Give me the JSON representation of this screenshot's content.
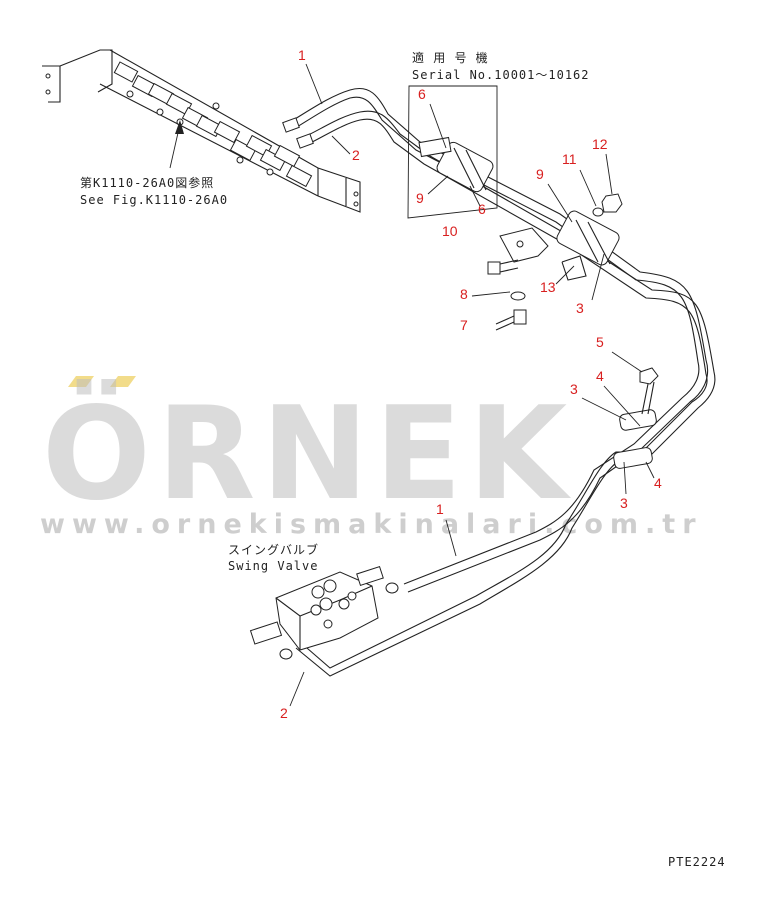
{
  "watermark": {
    "brand": "ÖRNEK",
    "url": "www.ornekismakinalari.com.tr",
    "accent_color": "#f2dc8a"
  },
  "notes": {
    "serial_jp": "適 用 号 機",
    "serial_en": "Serial No.10001～10162",
    "see_fig_jp": "第K1110-26A0図参照",
    "see_fig_en": "See Fig.K1110-26A0",
    "swing_valve_jp": "スイングバルブ",
    "swing_valve_en": "Swing Valve",
    "figure_code": "PTE2224"
  },
  "callouts": [
    {
      "id": "c1a",
      "label": "1"
    },
    {
      "id": "c2a",
      "label": "2"
    },
    {
      "id": "c6a",
      "label": "6"
    },
    {
      "id": "c9a",
      "label": "9"
    },
    {
      "id": "c6b",
      "label": "6"
    },
    {
      "id": "c9b",
      "label": "9"
    },
    {
      "id": "c11",
      "label": "11"
    },
    {
      "id": "c12",
      "label": "12"
    },
    {
      "id": "c10",
      "label": "10"
    },
    {
      "id": "c8",
      "label": "8"
    },
    {
      "id": "c13",
      "label": "13"
    },
    {
      "id": "c3a",
      "label": "3"
    },
    {
      "id": "c7",
      "label": "7"
    },
    {
      "id": "c5",
      "label": "5"
    },
    {
      "id": "c3b",
      "label": "3"
    },
    {
      "id": "c4a",
      "label": "4"
    },
    {
      "id": "c4b",
      "label": "4"
    },
    {
      "id": "c3c",
      "label": "3"
    },
    {
      "id": "c1b",
      "label": "1"
    },
    {
      "id": "c2b",
      "label": "2"
    }
  ],
  "colors": {
    "callout": "#d81f1f",
    "linework": "#222222",
    "watermark": "#bdbdbd"
  }
}
